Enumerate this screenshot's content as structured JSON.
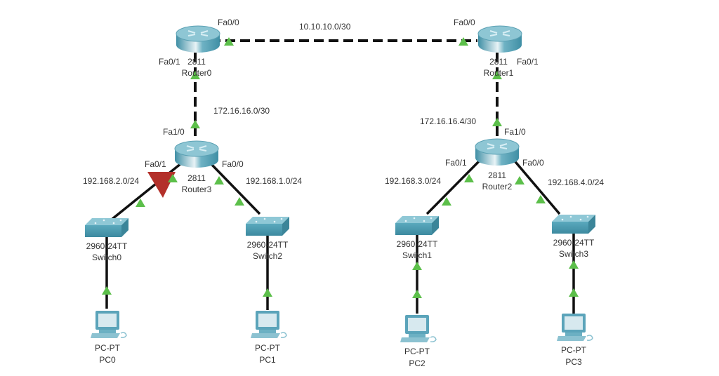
{
  "title": "Packet Tracer logical topology",
  "colors": {
    "background": "#ffffff",
    "link": "#111111",
    "link_up": "#5cbf4a",
    "link_down": "#b3302a",
    "device_body": "#5ba8bc",
    "device_top": "#9fd0dc",
    "text": "#333333"
  },
  "devices": {
    "router0": {
      "model": "2811",
      "name": "Router0"
    },
    "router1": {
      "model": "2811",
      "name": "Router1"
    },
    "router2": {
      "model": "2811",
      "name": "Router2"
    },
    "router3": {
      "model": "2811",
      "name": "Router3"
    },
    "switch0": {
      "model": "2960-24TT",
      "name": "Switch0"
    },
    "switch1": {
      "model": "2960-24TT",
      "name": "Switch1"
    },
    "switch2": {
      "model": "2960-24TT",
      "name": "Switch2"
    },
    "switch3": {
      "model": "2960-24TT",
      "name": "Switch3"
    },
    "pc0": {
      "model": "PC-PT",
      "name": "PC0"
    },
    "pc1": {
      "model": "PC-PT",
      "name": "PC1"
    },
    "pc2": {
      "model": "PC-PT",
      "name": "PC2"
    },
    "pc3": {
      "model": "PC-PT",
      "name": "PC3"
    }
  },
  "interfaces": {
    "r0_fa00": "Fa0/0",
    "r0_fa01": "Fa0/1",
    "r1_fa00": "Fa0/0",
    "r1_fa01": "Fa0/1",
    "r3_fa10": "Fa1/0",
    "r3_fa01": "Fa0/1",
    "r3_fa00": "Fa0/0",
    "r2_fa10": "Fa1/0",
    "r2_fa01": "Fa0/1",
    "r2_fa00": "Fa0/0"
  },
  "networks": {
    "r0_r1": "10.10.10.0/30",
    "r0_r3": "172.16.16.0/30",
    "r1_r2": "172.16.16.4/30",
    "r3_sw0": "192.168.2.0/24",
    "r3_sw2": "192.168.1.0/24",
    "r2_sw1": "192.168.3.0/24",
    "r2_sw3": "192.168.4.0/24"
  },
  "links": [
    {
      "from": "Router0",
      "to": "Router1",
      "type": "serial/crossover",
      "status": "up"
    },
    {
      "from": "Router0",
      "to": "Router3",
      "type": "crossover",
      "status": "up"
    },
    {
      "from": "Router1",
      "to": "Router2",
      "type": "crossover",
      "status": "up"
    },
    {
      "from": "Router3",
      "to": "Switch0",
      "type": "straight",
      "status": "down-at-router"
    },
    {
      "from": "Router3",
      "to": "Switch2",
      "type": "straight",
      "status": "up"
    },
    {
      "from": "Router2",
      "to": "Switch1",
      "type": "straight",
      "status": "up"
    },
    {
      "from": "Router2",
      "to": "Switch3",
      "type": "straight",
      "status": "up"
    },
    {
      "from": "Switch0",
      "to": "PC0",
      "type": "straight",
      "status": "up"
    },
    {
      "from": "Switch2",
      "to": "PC1",
      "type": "straight",
      "status": "up"
    },
    {
      "from": "Switch1",
      "to": "PC2",
      "type": "straight",
      "status": "up"
    },
    {
      "from": "Switch3",
      "to": "PC3",
      "type": "straight",
      "status": "up"
    }
  ]
}
